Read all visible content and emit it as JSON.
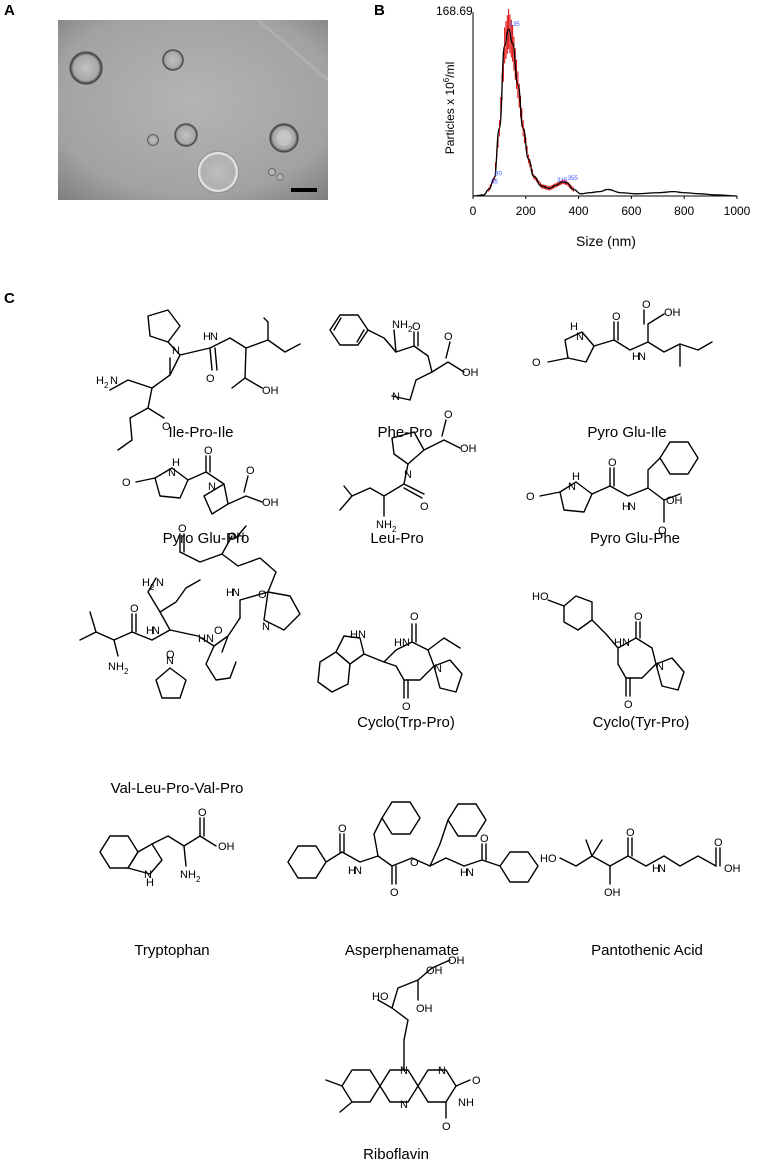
{
  "panels": {
    "a": "A",
    "b": "B",
    "c": "C"
  },
  "nta": {
    "y_max_label": "168.69",
    "y_axis_label": "Particles x 10",
    "y_axis_exp": "6",
    "y_axis_unit": "/ml",
    "x_axis_label": "Size (nm)",
    "x_ticks": [
      "0",
      "200",
      "400",
      "600",
      "800",
      "1000"
    ],
    "peak_labels": [
      "65",
      "80",
      "135",
      "315",
      "355"
    ],
    "colors": {
      "line": "#000000",
      "error_bars": "#e00000",
      "peak_labels": "#3355ff"
    }
  },
  "chart_data": {
    "type": "line",
    "xlabel": "Size (nm)",
    "ylabel": "Particles x 10^6/ml",
    "xlim": [
      0,
      1000
    ],
    "ylim": [
      0,
      168.69
    ],
    "x": [
      0,
      40,
      60,
      80,
      100,
      120,
      135,
      150,
      170,
      190,
      210,
      230,
      260,
      290,
      315,
      340,
      355,
      380,
      410,
      440,
      480,
      510,
      560,
      620,
      700,
      760,
      800,
      860,
      920,
      1000
    ],
    "y": [
      0,
      1,
      6,
      16,
      62,
      138,
      153,
      140,
      102,
      62,
      34,
      18,
      9,
      7,
      10,
      13,
      12,
      6,
      2,
      3,
      4,
      6,
      3,
      2,
      3,
      4,
      3,
      2,
      1,
      0
    ],
    "peak_markers": [
      65,
      80,
      135,
      315,
      355
    ]
  },
  "scalebar_color": "#000000",
  "molecules": [
    "Ile-Pro-Ile",
    "Phe-Pro",
    "Pyro Glu-Ile",
    "Pyro Glu-Pro",
    "Leu-Pro",
    "Pyro Glu-Phe",
    "Val-Leu-Pro-Val-Pro",
    "Cyclo(Trp-Pro)",
    "Cyclo(Tyr-Pro)",
    "Tryptophan",
    "Asperphenamate",
    "Pantothenic Acid",
    "Riboflavin"
  ],
  "atom_labels": {
    "nh2": "NH",
    "h2n": "H",
    "n": "N",
    "nh": "NH",
    "hn": "HN",
    "h": "H",
    "o": "O",
    "oh": "OH",
    "ho": "HO",
    "sub2": "2"
  }
}
